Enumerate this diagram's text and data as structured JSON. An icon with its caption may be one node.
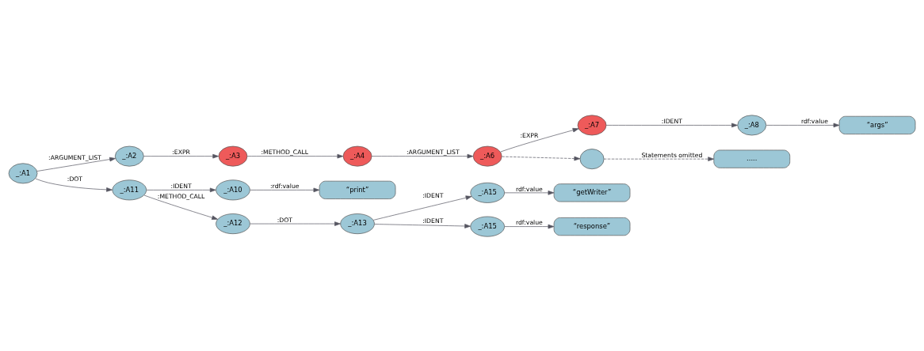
{
  "diagram": {
    "nodes": [
      {
        "text": [
          "_:A1"
        ]
      },
      {
        "text": [
          "_:A2"
        ]
      },
      {
        "text": [
          "_:A3"
        ]
      },
      {
        "text": [
          "_:A4"
        ]
      },
      {
        "text": [
          "_:A6"
        ]
      },
      {
        "text": [
          "_:A7"
        ]
      },
      {
        "text": [
          "_:A8"
        ]
      },
      {
        "text": [
          "“args”"
        ]
      },
      {
        "text": [],
        "shape": "circle"
      },
      {
        "text": [
          "....."
        ]
      },
      {
        "text": [
          "_:A10"
        ]
      },
      {
        "text": [
          "“print”"
        ]
      },
      {
        "text": [
          "_:A11"
        ]
      },
      {
        "text": [
          "_:A12"
        ]
      },
      {
        "text": [
          "_:A13"
        ]
      },
      {
        "text": [
          "_:A15"
        ]
      },
      {
        "text": [
          "“getWriter”"
        ]
      },
      {
        "text": [
          "_:A15"
        ]
      },
      {
        "text": [
          "“response”"
        ]
      }
    ],
    "edges": [
      {
        "from": 0,
        "to": 1,
        "label": ":ARGUMENT_LIST",
        "arrow": "to"
      },
      {
        "from": 1,
        "to": 2,
        "label": ":EXPR",
        "arrow": "to"
      },
      {
        "from": 2,
        "to": 3,
        "label": ":METHOD_CALL",
        "arrow": "to"
      },
      {
        "from": 3,
        "to": 4,
        "label": ":ARGUMENT_LIST",
        "arrow": "to"
      },
      {
        "from": 4,
        "to": 5,
        "label": ":EXPR",
        "arrow": "to"
      },
      {
        "from": 5,
        "to": 6,
        "label": ":IDENT",
        "arrow": "to"
      },
      {
        "from": 6,
        "to": 7,
        "label": "rdf:value",
        "arrow": "to"
      },
      {
        "from": 4,
        "to": 8,
        "arrow": "to",
        "style": "dashed"
      },
      {
        "from": 8,
        "to": 9,
        "label": "Statements omitted",
        "arrow": "to",
        "style": "dashed"
      },
      {
        "from": 0,
        "to": 12,
        "label": ":DOT",
        "arrow": "to"
      },
      {
        "from": 12,
        "to": 10,
        "label": ":IDENT",
        "arrow": "to"
      },
      {
        "from": 10,
        "to": 11,
        "label": ":rdf:value",
        "arrow": "to"
      },
      {
        "from": 12,
        "to": 13,
        "label": ":METHOD_CALL",
        "arrow": "to"
      },
      {
        "from": 13,
        "to": 14,
        "label": ":DOT",
        "arrow": "to"
      },
      {
        "from": 14,
        "to": 15,
        "label": ":IDENT",
        "arrow": "to"
      },
      {
        "from": 15,
        "to": 16,
        "label": "rdf:value",
        "arrow": "to"
      },
      {
        "from": 14,
        "to": 17,
        "label": ":IDENT",
        "arrow": "to"
      },
      {
        "from": 17,
        "to": 18,
        "label": "rdf:value",
        "arrow": "to"
      }
    ]
  }
}
